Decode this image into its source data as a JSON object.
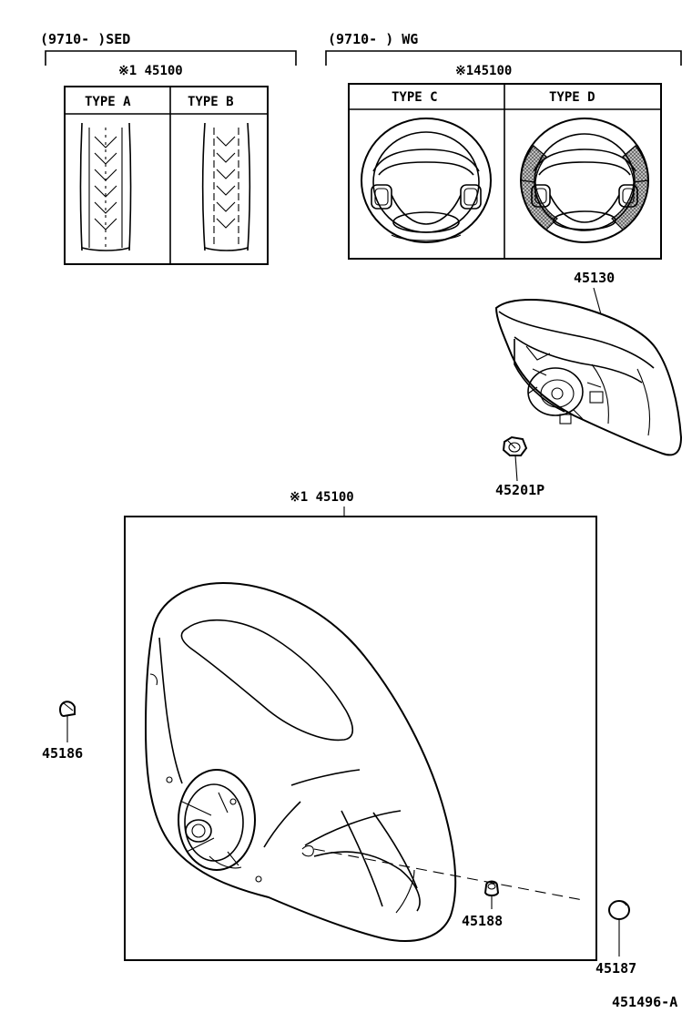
{
  "sed_group": {
    "range": "(9710-     )SED",
    "part": "※1 45100",
    "type_a": "TYPE  A",
    "type_b": "TYPE  B"
  },
  "wg_group": {
    "range": "(9710-     )  WG",
    "part": "※145100",
    "type_c": "TYPE  C",
    "type_d": "TYPE  D"
  },
  "parts": {
    "pad": "45130",
    "nut": "45201P",
    "wheel": "※1 45100",
    "cap_left": "45186",
    "screw": "45188",
    "cap_right": "45187"
  },
  "figure_id": "451496-A",
  "colors": {
    "line": "#000000",
    "shade": "#7a7a7a",
    "background": "#ffffff"
  }
}
